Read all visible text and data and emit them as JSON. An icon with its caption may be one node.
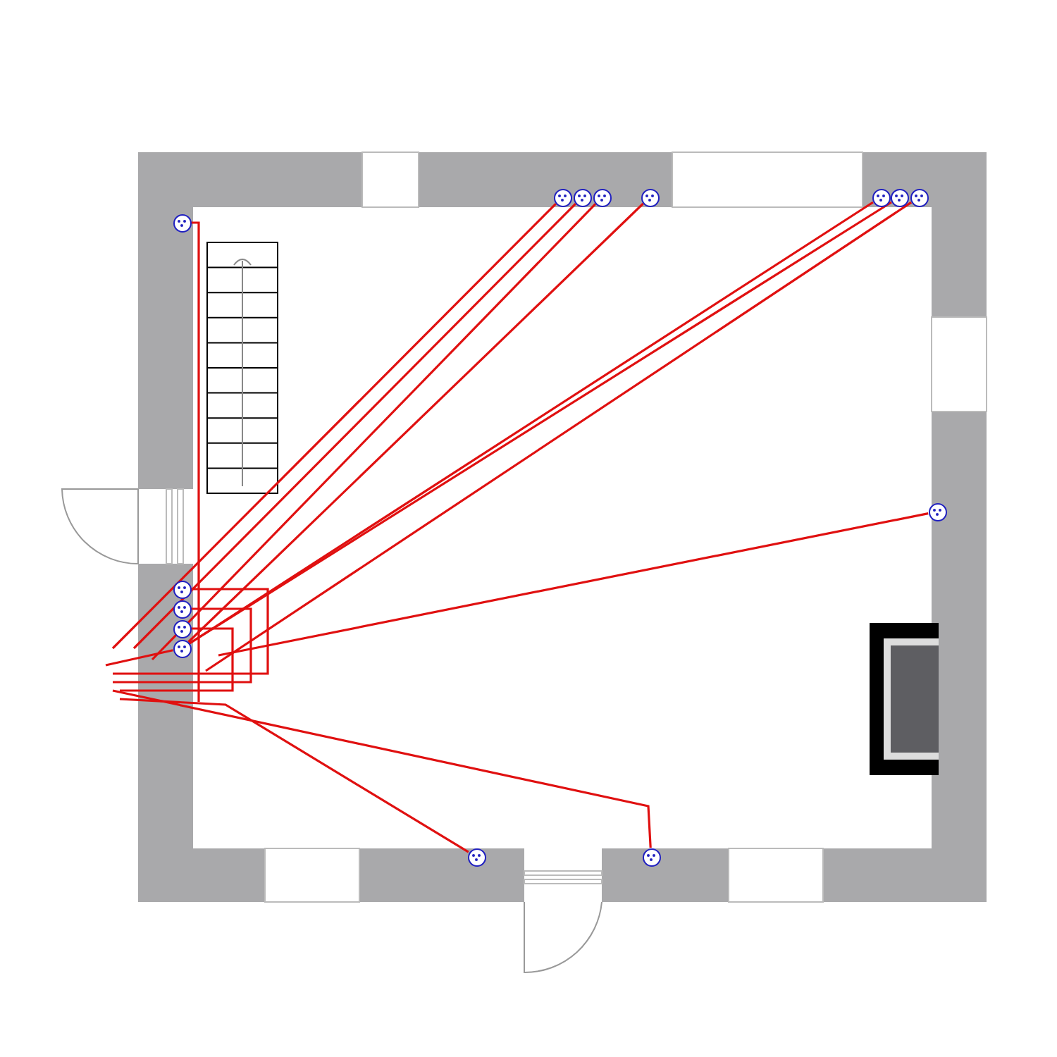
{
  "diagram": {
    "nodes": [
      {
        "text": [],
        "shape": "circle"
      },
      {
        "text": [],
        "shape": "circle"
      },
      {
        "text": [],
        "shape": "circle"
      },
      {
        "text": [],
        "shape": "circle"
      },
      {
        "text": [],
        "shape": "circle"
      },
      {
        "text": [],
        "shape": "circle"
      },
      {
        "text": [],
        "shape": "circle"
      },
      {
        "text": [],
        "shape": "circle"
      },
      {
        "text": [],
        "shape": "circle"
      },
      {
        "text": [],
        "shape": "circle"
      },
      {
        "text": [],
        "shape": "circle"
      },
      {
        "text": [],
        "shape": "circle"
      },
      {
        "text": [],
        "shape": "circle"
      },
      {
        "text": [],
        "shape": "circle"
      },
      {
        "text": [],
        "shape": "circle"
      }
    ],
    "edges": [
      {
        "from": null,
        "to": 0,
        "arrow": "none"
      },
      {
        "from": null,
        "to": 1,
        "arrow": "none"
      },
      {
        "from": null,
        "to": 2,
        "arrow": "none"
      },
      {
        "from": null,
        "to": 3,
        "arrow": "none"
      },
      {
        "from": 12,
        "to": 4,
        "arrow": "none"
      },
      {
        "from": 12,
        "to": 5,
        "arrow": "none"
      },
      {
        "from": 12,
        "to": 6,
        "arrow": "none"
      },
      {
        "from": null,
        "to": 7,
        "arrow": "none"
      },
      {
        "from": null,
        "to": 8,
        "arrow": "none"
      },
      {
        "from": null,
        "to": 9,
        "arrow": "none"
      },
      {
        "from": null,
        "to": 10,
        "arrow": "none"
      },
      {
        "from": null,
        "to": 11,
        "arrow": "none"
      },
      {
        "from": null,
        "to": 12,
        "arrow": "none"
      },
      {
        "from": null,
        "to": 13,
        "arrow": "none"
      },
      {
        "from": null,
        "to": 14,
        "arrow": "none"
      }
    ]
  }
}
